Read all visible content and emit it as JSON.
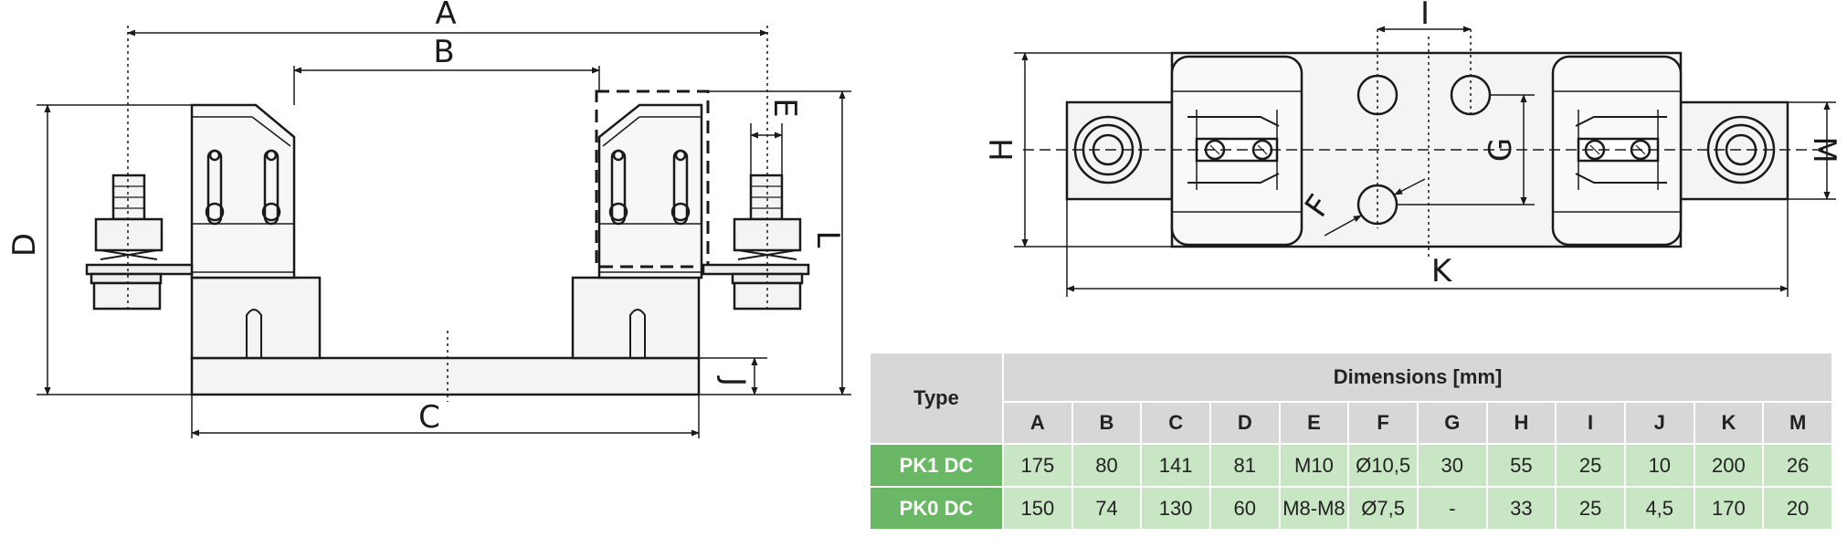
{
  "labels": {
    "A": "A",
    "B": "B",
    "C": "C",
    "D": "D",
    "E": "E",
    "J": "J",
    "L": "L",
    "I": "I",
    "H": "H",
    "G": "G",
    "F": "F",
    "K": "K",
    "M": "M"
  },
  "table": {
    "type_header": "Type",
    "group_header": "Dimensions [mm]",
    "columns": [
      "A",
      "B",
      "C",
      "D",
      "E",
      "F",
      "G",
      "H",
      "I",
      "J",
      "K",
      "M"
    ],
    "rows": [
      {
        "type": "PK1 DC",
        "values": [
          "175",
          "80",
          "141",
          "81",
          "M10",
          "Ø10,5",
          "30",
          "55",
          "25",
          "10",
          "200",
          "26"
        ]
      },
      {
        "type": "PK0 DC",
        "values": [
          "150",
          "74",
          "130",
          "60",
          "M8-M8",
          "Ø7,5",
          "-",
          "33",
          "25",
          "4,5",
          "170",
          "20"
        ]
      }
    ]
  },
  "colors": {
    "header_bg": "#d7d7d7",
    "type_bg": "#6ab865",
    "cell_bg": "#c8e6c3"
  }
}
